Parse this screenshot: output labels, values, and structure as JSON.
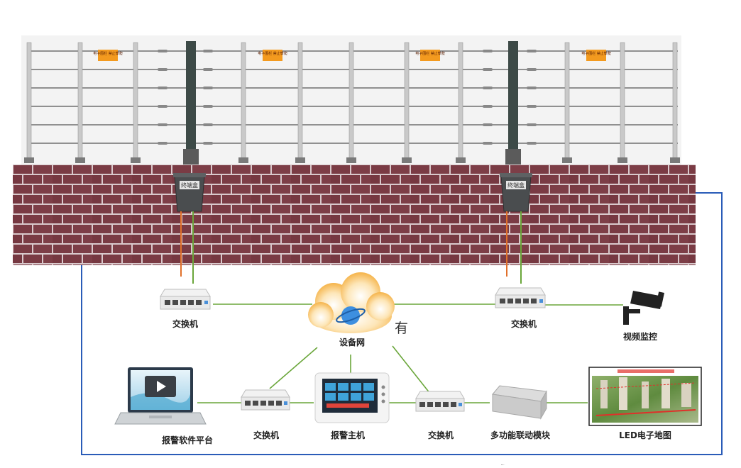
{
  "labels": {
    "switch_top_left": "交换机",
    "switch_top_right": "交换机",
    "switch_bottom_left": "交换机",
    "switch_bottom_right": "交换机",
    "cloud": "设备网",
    "cloud_extra": "有",
    "camera": "视频监控",
    "laptop": "报警软件平台",
    "alarm_host": "报警主机",
    "linkage_module": "多功能联动模块",
    "led_map": "LED电子地图"
  },
  "terminal_box_label": "终端盒",
  "warning_signs": [
    "电子围栏 禁止攀爬",
    "电子围栏 禁止攀爬",
    "电子围栏 禁止攀爬",
    "电子围栏 禁止攀爬"
  ],
  "colors": {
    "link_line": "#6aa63a",
    "border_line": "#2a5cb8",
    "lead_wire": "#e0702a",
    "brick": "#7a3b44",
    "mortar": "#d9c9cc",
    "post": "#c9c9c9",
    "dark_post": "#3d4a47",
    "sign": "#f39a1f"
  }
}
